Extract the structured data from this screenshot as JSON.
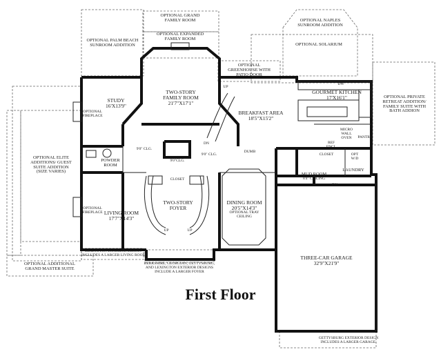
{
  "title": "First Floor",
  "options": {
    "grand_family_room": [
      "OPTIONAL GRAND",
      "FAMILY ROOM"
    ],
    "expanded_family_room": [
      "OPTIONAL EXPANDED",
      "FAMILY ROOM"
    ],
    "naples_sunroom": [
      "OPTIONAL NAPLES",
      "SUNROOM ADDITION"
    ],
    "palm_beach_sunroom": [
      "OPTIONAL PALM BEACH",
      "SUNROOM ADDITION"
    ],
    "solarium": [
      "OPTIONAL SOLARIUM"
    ],
    "greenhouse": [
      "OPTIONAL",
      "GREENHOUSE WITH",
      "PATIO DOOR"
    ],
    "private_retreat": [
      "OPTIONAL PRIVATE",
      "RETREAT ADDITION/",
      "FAMILY SUITE WITH",
      "BATH ADDION"
    ],
    "elite_additions": [
      "OPTIONAL ELITE",
      "ADDITIONS/ GUEST",
      "SUITE ADDITION",
      "(SIZE VARIES)"
    ],
    "grand_master_suite": [
      "OPTIONAL ADDITIONAL",
      "GRAND MASTER SUITE"
    ]
  },
  "rooms": {
    "study": [
      "STUDY",
      "16'X13'9\""
    ],
    "family_room": [
      "TWO-STORY",
      "FAMILY ROOM",
      "21'7\"X17'1\""
    ],
    "gourmet_kitchen": [
      "GOURMET KITCHEN",
      "17'X16'1\""
    ],
    "breakfast_area": [
      "BREAKFAST AREA",
      "18'5\"X15'2\""
    ],
    "powder_room": [
      "POWDER",
      "ROOM"
    ],
    "living_room": [
      "LIVING ROOM",
      "17'7\"X14'3\""
    ],
    "foyer": [
      "TWO-STORY",
      "FOYER"
    ],
    "dining_room": [
      "DINING ROOM",
      "20'5\"X14'3\"",
      "OPTIONAL TRAY",
      "CEILING"
    ],
    "mud_room": [
      "MUD ROOM",
      "8'4\" CEILING"
    ],
    "laundry": [
      "LAUNDRY"
    ],
    "garage": [
      "THREE-CAR GARAGE",
      "32'9\"X21'9\""
    ],
    "pantry": [
      "PANTRY"
    ],
    "closet": [
      "CLOSET"
    ],
    "closet_foyer": [
      "CLOSET"
    ],
    "micro_wall_oven": [
      "MICRO",
      "WALL",
      "OVEN"
    ],
    "ref_encl": [
      "REF",
      "ENCL"
    ],
    "opt_wd": [
      "OPT",
      "W/D"
    ]
  },
  "small_labels": {
    "fireplace_study": [
      "OPTIONAL",
      "FIREPLACE"
    ],
    "fireplace_living": [
      "OPTIONAL",
      "FIREPLACE"
    ],
    "clg_left": "9'0\" CLG.",
    "clg_center": "9'0\"CLG.",
    "clg_right": "9'0\" CLG.",
    "dw": "DW",
    "dumb": "DUMB",
    "up_family": "UP",
    "dn_family": "DN",
    "up_foyer_left": "UP",
    "up_foyer_right": "UP",
    "dn_mud": "DN"
  },
  "notes": {
    "lexington": [
      "LEXINGTON EXTERIOR DESIGN",
      "INCLUDES A LARGER LIVING ROOM."
    ],
    "berkshire": [
      "BERKSHIRE, GEORGIAN, GETTYSBURG,",
      "AND LEXINGTON EXTERIOR DESIGNS",
      "INCLUDE A LARGER FOYER"
    ],
    "gettysburg": [
      "GETTYSBURG EXTERIOR DESIGN",
      "INCLUDES A LARGER GARAGE."
    ]
  }
}
